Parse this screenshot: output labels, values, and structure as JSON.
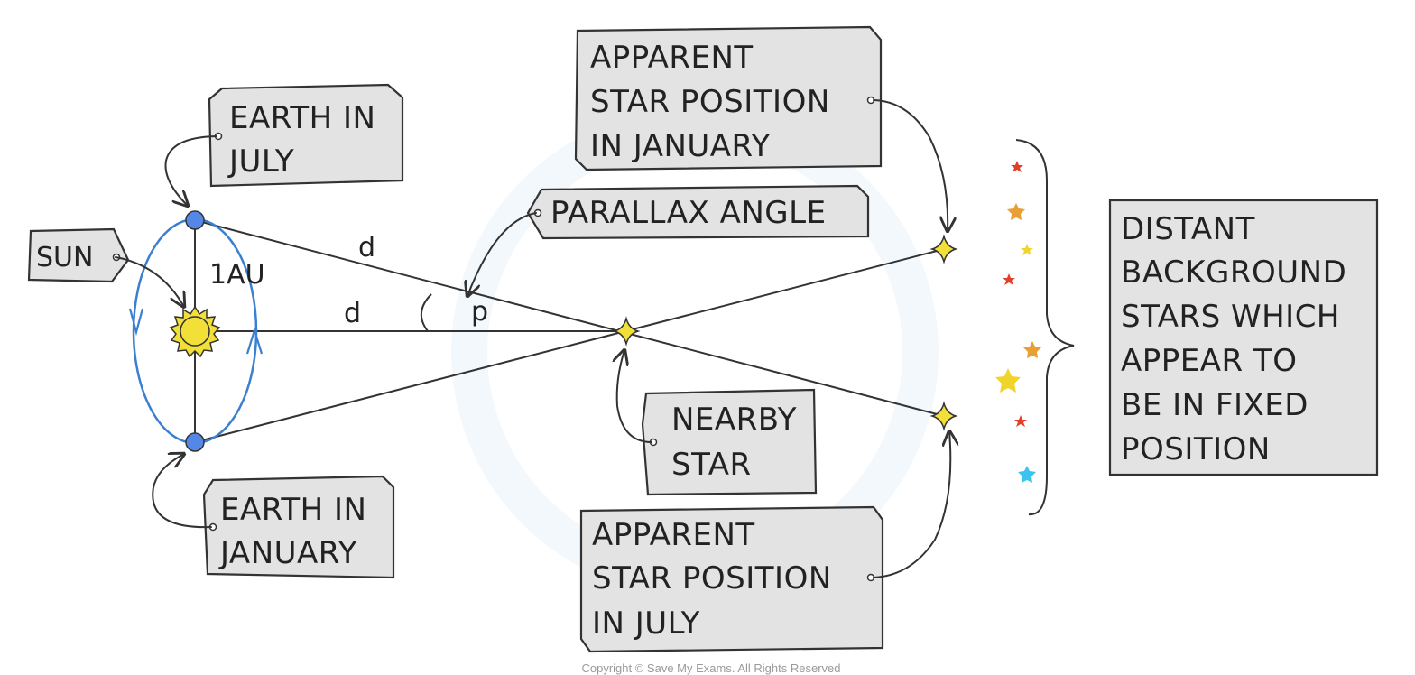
{
  "labels": {
    "earth_july": [
      "EARTH IN",
      "JULY"
    ],
    "earth_january": [
      "EARTH IN",
      "JANUARY"
    ],
    "sun": "SUN",
    "one_au": "1AU",
    "d_upper": "d",
    "d_lower": "d",
    "p": "p",
    "parallax_angle": "PARALLAX ANGLE",
    "apparent_january": [
      "APPARENT",
      "STAR POSITION",
      "IN JANUARY"
    ],
    "apparent_july": [
      "APPARENT",
      "STAR POSITION",
      "IN JULY"
    ],
    "nearby_star": [
      "NEARBY",
      "STAR"
    ],
    "distant_stars": [
      "DISTANT",
      "BACKGROUND",
      "STARS WHICH",
      "APPEAR TO",
      "BE IN FIXED",
      "POSITION"
    ]
  },
  "copyright": "Copyright © Save My Exams. All Rights Reserved",
  "colors": {
    "orbit": "#3b7fd0",
    "earth": "#5588e6",
    "sun": "#f2e038",
    "star_yellow": "#f2e038",
    "tag_fill": "#e3e3e3",
    "bg_star_red": "#e0402a",
    "bg_star_orange": "#e8a035",
    "bg_star_yellow": "#f0d42a",
    "bg_star_blue": "#3cc4ef"
  }
}
